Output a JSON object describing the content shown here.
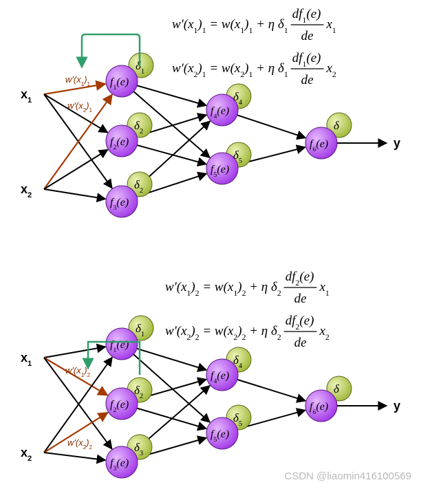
{
  "watermark": "CSDN @liaomin416100569",
  "colors": {
    "neuron": "#b040f0",
    "neuron_stroke": "#5a1a80",
    "delta": "#b8cc55",
    "delta_stroke": "#5a6a18",
    "weight_arrow": "#a33a00",
    "feedback_arrow": "#2f9e6a",
    "edge": "#000000"
  },
  "panels": [
    {
      "inputs": [
        "x1",
        "x2"
      ],
      "output": "y",
      "neurons": {
        "f1": "f1(e)",
        "f2": "f2(e)",
        "f3": "f3(e)",
        "f4": "f4(e)",
        "f5": "f5(e)",
        "f6": "f6(e)"
      },
      "deltas": {
        "f1": "δ1",
        "f2": "δ2",
        "f3": "δ2",
        "f4": "δ4",
        "f5": "δ5",
        "f6": "δ"
      },
      "weights": {
        "a": "w'(x1)1",
        "b": "w'(x2)1"
      },
      "equations": [
        {
          "lhs": "w'(x1)1 = w(x1)1 + η δ1",
          "num": "df1(e)",
          "den": "de",
          "tail": "x1"
        },
        {
          "lhs": "w'(x2)1 = w(x2)1 + η δ1",
          "num": "df1(e)",
          "den": "de",
          "tail": "x2"
        }
      ]
    },
    {
      "inputs": [
        "x1",
        "x2"
      ],
      "output": "y",
      "neurons": {
        "f1": "f1(e)",
        "f2": "f2(e)",
        "f3": "f3(e)",
        "f4": "f4(e)",
        "f5": "f5(e)",
        "f6": "f6(e)"
      },
      "deltas": {
        "f1": "δ1",
        "f2": "δ2",
        "f3": "δ3",
        "f4": "δ4",
        "f5": "δ5",
        "f6": "δ"
      },
      "weights": {
        "a": "w'(x1)2",
        "b": "w'(x2)2"
      },
      "equations": [
        {
          "lhs": "w'(x1)2 = w(x1)2 + η δ2",
          "num": "df2(e)",
          "den": "de",
          "tail": "x1"
        },
        {
          "lhs": "w'(x2)2 = w(x2)2 + η δ2",
          "num": "df2(e)",
          "den": "de",
          "tail": "x2"
        }
      ]
    }
  ]
}
